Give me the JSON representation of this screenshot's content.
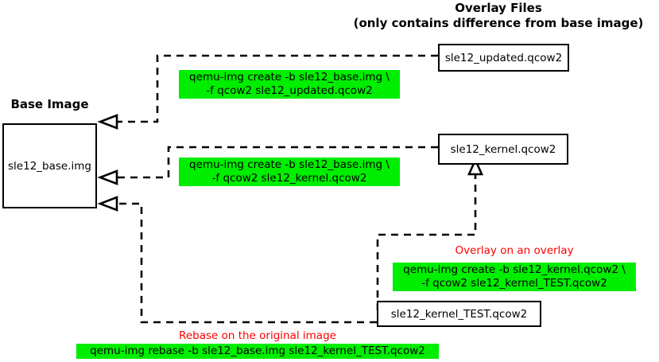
{
  "headings": {
    "overlay_title": "Overlay Files",
    "overlay_subtitle": "(only contains difference from base image)",
    "base_title": "Base Image"
  },
  "boxes": {
    "base_image": "sle12_base.img",
    "updated": "sle12_updated.qcow2",
    "kernel": "sle12_kernel.qcow2",
    "kernel_test": "sle12_kernel_TEST.qcow2"
  },
  "commands": {
    "create_updated": "qemu-img create -b sle12_base.img \\\n-f qcow2 sle12_updated.qcow2",
    "create_kernel": "qemu-img create -b sle12_base.img \\\n-f qcow2 sle12_kernel.qcow2",
    "create_kernel_test": "qemu-img create -b sle12_kernel.qcow2 \\\n-f qcow2 sle12_kernel_TEST.qcow2",
    "rebase": "qemu-img rebase -b sle12_base.img sle12_kernel_TEST.qcow2"
  },
  "annotations": {
    "overlay_on_overlay": "Overlay on an overlay",
    "rebase_on_original": "Rebase on the original image"
  },
  "colors": {
    "command_highlight": "#00ee00",
    "annotation_text": "#ff0000",
    "line": "#000000",
    "box_border": "#000000",
    "background": "#ffffff"
  }
}
